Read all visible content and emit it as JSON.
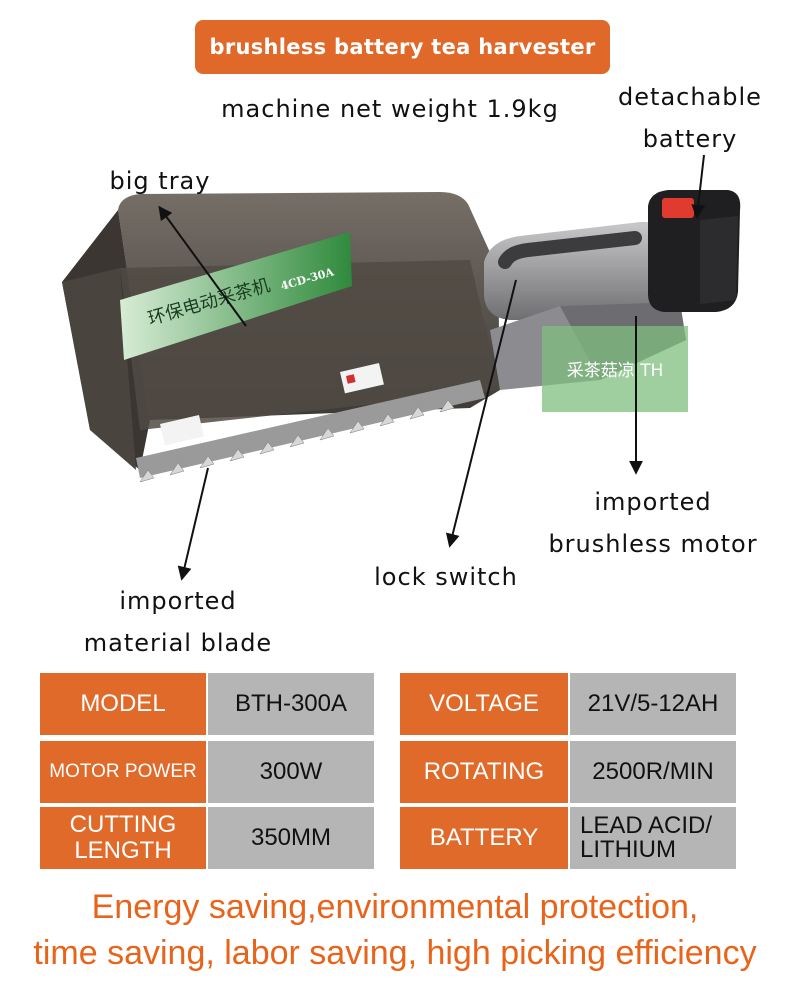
{
  "header": {
    "title": "brushless battery tea harvester",
    "subtitle": "machine net weight 1.9kg"
  },
  "callouts": {
    "battery_line1": "detachable",
    "battery_line2": "battery",
    "tray": "big tray",
    "motor_line1": "imported",
    "motor_line2": "brushless motor",
    "lock": "lock switch",
    "blade_line1": "imported",
    "blade_line2": "material blade"
  },
  "product": {
    "tray_label_cn": "环保电动采茶机",
    "tray_label_model": "4CD-30A",
    "watermark": "采茶菇凉 TH"
  },
  "specs": {
    "model_label": "MODEL",
    "model_value": "BTH-300A",
    "voltage_label": "VOLTAGE",
    "voltage_value": "21V/5-12AH",
    "motor_power_label": "MOTOR POWER",
    "motor_power_value": "300W",
    "rotating_label": "ROTATING",
    "rotating_value": "2500R/MIN",
    "cutting_length_label_line1": "CUTTING",
    "cutting_length_label_line2": "LENGTH",
    "cutting_length_value": "350MM",
    "battery_label": "BATTERY",
    "battery_value_line1": "LEAD ACID/",
    "battery_value_line2": "LITHIUM"
  },
  "footer": {
    "line1": "Energy saving,environmental protection,",
    "line2": "time saving, labor saving, high picking efficiency"
  },
  "colors": {
    "accent": "#e0692a",
    "cell_gray": "#b5b5b5",
    "slogan": "#e8641b"
  }
}
